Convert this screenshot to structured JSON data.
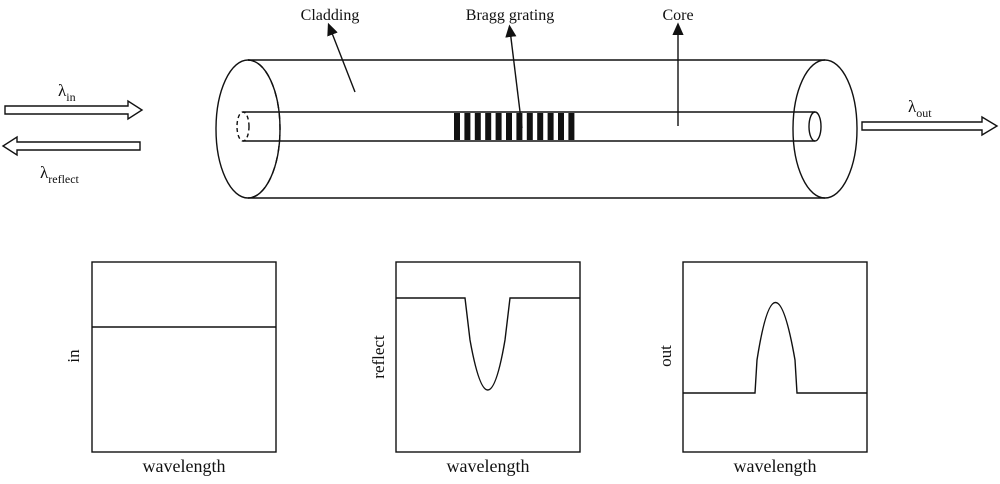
{
  "labels": {
    "cladding": "Cladding",
    "bragg": "Bragg grating",
    "core": "Core"
  },
  "signals": {
    "in_symbol": "λ",
    "in_sub": "in",
    "reflect_symbol": "λ",
    "reflect_sub": "reflect",
    "out_symbol": "λ",
    "out_sub": "out"
  },
  "plots": [
    {
      "ylabel": "in",
      "xlabel": "wavelength"
    },
    {
      "ylabel": "reflect",
      "xlabel": "wavelength"
    },
    {
      "ylabel": "out",
      "xlabel": "wavelength"
    }
  ],
  "colors": {
    "line": "#111111",
    "background": "#ffffff"
  }
}
